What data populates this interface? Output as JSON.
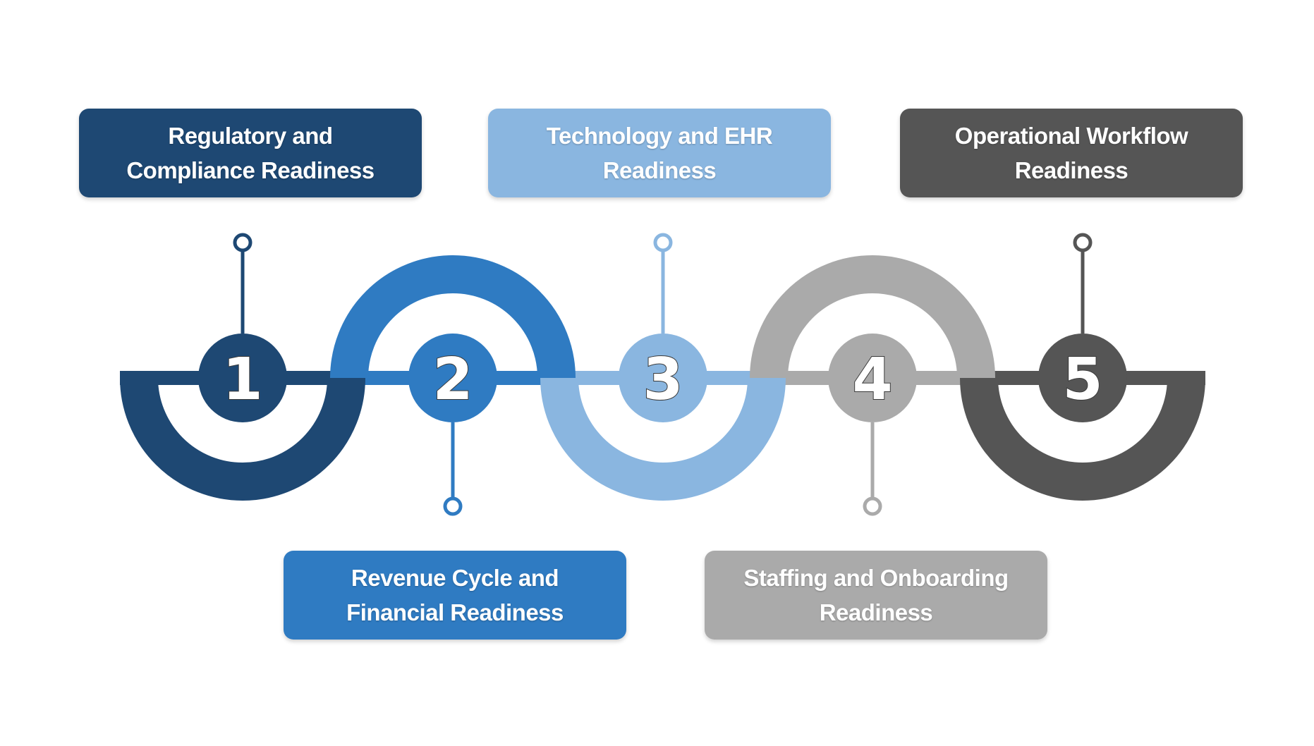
{
  "steps": [
    {
      "number": "1",
      "label": "Regulatory and\nCompliance Readiness",
      "color": "#1e4873"
    },
    {
      "number": "2",
      "label": "Revenue Cycle and\nFinancial Readiness",
      "color": "#2f7bc2"
    },
    {
      "number": "3",
      "label": "Technology and EHR\nReadiness",
      "color": "#8ab6e0"
    },
    {
      "number": "4",
      "label": "Staffing and Onboarding\nReadiness",
      "color": "#aaaaaa"
    },
    {
      "number": "5",
      "label": "Operational Workflow\nReadiness",
      "color": "#555555"
    }
  ]
}
